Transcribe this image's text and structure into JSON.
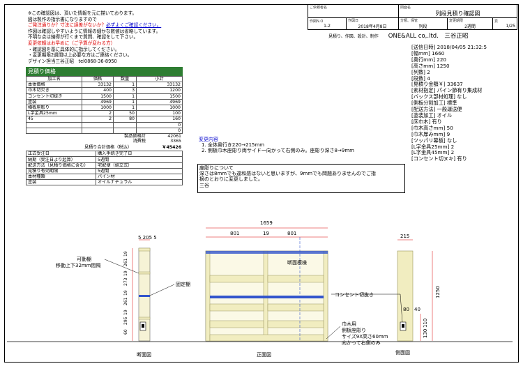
{
  "notes": [
    {
      "text": "※この確認図は、頂いた情報を元に描いております。",
      "color": "black"
    },
    {
      "text": "図は製作の指示書になりますので",
      "color": "black"
    },
    {
      "text": "ご発注通りか？寸法に誤差がないか？必ずよくご確認ください。",
      "color": "red_blue"
    },
    {
      "text": "作図は確認しやすいように情報の細かな数値は省略しています。",
      "color": "black"
    },
    {
      "text": "不明な点は納得が行くまで質問、確認をして下さい。",
      "color": "black"
    },
    {
      "text": "変更依頼はお早めに（ご予算が変わる方）",
      "color": "red"
    },
    {
      "text": "・確認図を基に具体的に指示してください。",
      "color": "black"
    },
    {
      "text": "・変更期限2週間以上必要な方はご連絡ください。",
      "color": "black"
    },
    {
      "text": "デザイン担当三谷正昭　tel0868-36-8950",
      "color": "black"
    }
  ],
  "notes_emphasis": {
    "red_part": "ご発注通りか？寸法に誤差がないか？",
    "blue_part": "必ずよくご確認ください。"
  },
  "title_block": {
    "customer_label": "ご依頼者名",
    "drawing_label": "図面名",
    "drawing_name": "列段見積り確認図",
    "work_no_label": "作図N.O",
    "work_no": "1-2",
    "date_label": "作図日",
    "date": "2018年4月8日",
    "category_label": "分類、保管",
    "category": "列段",
    "deadline_label": "変更期限",
    "deadline": "2週間",
    "page_label": "頁",
    "page": "1/25",
    "notice": "見積り、作図、設計、制作",
    "company": "ONE&ALL co,.ltd.　三谷正昭"
  },
  "estimate": {
    "header": "見積り価格",
    "columns": [
      "加工名",
      "価格",
      "数量",
      "小計"
    ],
    "rows": [
      [
        "本体価格",
        "33132",
        "1",
        "33132"
      ],
      [
        "巾木切欠き",
        "400",
        "3",
        "1200"
      ],
      [
        "コンセント切抜き",
        "1500",
        "1",
        "1500"
      ],
      [
        "塗装",
        "4969",
        "1",
        "4969"
      ],
      [
        "横板座彫り",
        "1000",
        "1",
        "1000"
      ],
      [
        "L字金具25mm",
        "2",
        "50",
        "100"
      ],
      [
        "45",
        "2",
        "80",
        "160"
      ],
      [
        "",
        "",
        "",
        "0"
      ],
      [
        "",
        "",
        "",
        "0"
      ]
    ],
    "product_total_label": "製品価格計",
    "product_total": "42061",
    "tax_label": "消費税",
    "tax": "3365",
    "grand_label": "見積り合計価格（税込）",
    "grand_total": "￥45426",
    "info": [
      [
        "正式受注日",
        "購入手続き完了日"
      ],
      [
        "納期（受注日より起算）",
        "5週間"
      ],
      [
        "配送方法（見積り価格に含む）",
        "宅配便（組立式）"
      ],
      [
        "見積り有効期限",
        "5週間"
      ],
      [
        "本材種類",
        "パイン材"
      ],
      [
        "塗装",
        "オイルナチュラル"
      ]
    ]
  },
  "spec": [
    "[送信日時] 2018/04/05 21:32:5",
    "[幅mm] 1660",
    "[奥行mm] 220",
    "[高さmm] 1250",
    "[列数] 2",
    "[段数] 4",
    "[見積り金額￥] 33637",
    "[素材指定] パイン節有り集成材",
    "[バックス部材処理] なし",
    "[側板分割加工] 標準",
    "[配送方法] 一般運送便",
    "[塗装加工] オイル",
    "[床巾木] 有り",
    "[巾木高さmm] 50",
    "[巾木厚みmm] 9",
    "[ツッパリ幕板] なし",
    "[L字金具25mm] 2",
    "[L字金具45mm] 2",
    "[コンセント切ヌキ] 有り"
  ],
  "changes": {
    "title": "変更内容",
    "items": [
      "1. 全体奥行き220→215mm",
      "2. 側板巾木座彫り両サイド一向かって右側のみ。座彫り深さ8→9mm"
    ]
  },
  "note2": [
    "座彫りについて",
    "深さは8mmでも違和感はないと思いますが、9mmでも問題ありませんのでご指",
    "摘のとおりに変更しました。",
    "三谷"
  ],
  "drawing": {
    "section_label": "断面図",
    "front_label": "正面図",
    "side_label": "側面図",
    "movable_shelf": "可動棚",
    "movable_pitch": "移動上下32mm間隔",
    "fixed_shelf": "固定棚",
    "section_mark": "断面模様",
    "outlet_cut": "コンセント切抜き",
    "skirting_note": [
      "巾木用",
      "側板座彫り",
      "サイズ9X高さ60mm",
      "向かって右側のみ"
    ],
    "dim_total": "1659",
    "dim_left": "801",
    "dim_mid": "19",
    "dim_right": "801",
    "dim_depth": "215",
    "dim_height": "1250",
    "dim_section_top": "5 205 5",
    "dim_section_vert": [
      "19",
      "261",
      "19",
      "273",
      "19",
      "261",
      "19",
      "295",
      "60"
    ],
    "dim_outlet": [
      "80",
      "40"
    ],
    "dim_side_small": [
      "130",
      "110"
    ]
  },
  "colors": {
    "header_green": "#2e7d32",
    "drawing_wood": "#f1edc0",
    "wood_stroke": "#9a955e",
    "dim_red": "#d00000",
    "shelf_blue": "#3355cc"
  }
}
